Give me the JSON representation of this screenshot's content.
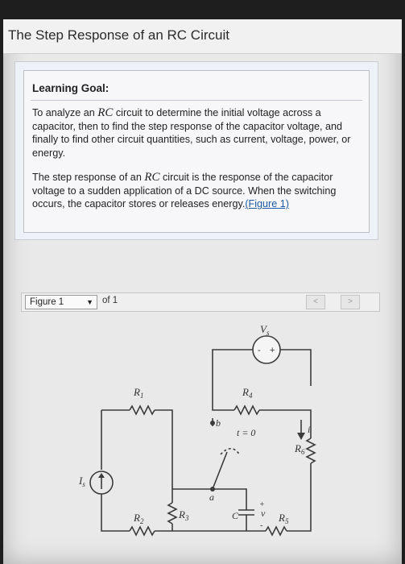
{
  "page": {
    "title": "The Step Response of an RC Circuit"
  },
  "learning_goal": {
    "heading": "Learning Goal:",
    "p1_before": "To analyze an ",
    "p1_var": "RC",
    "p1_after": " circuit to determine the initial voltage across a capacitor, then to find the step response of the capacitor voltage, and finally to find other circuit quantities, such as current, voltage, power, or energy.",
    "p2_before": "The step response of an ",
    "p2_var": "RC",
    "p2_after": " circuit is the response of the capacitor voltage to a sudden application of a DC source. When the switching occurs, the capacitor stores or releases energy.",
    "p2_link": "(Figure 1)"
  },
  "figure_nav": {
    "selected": "Figure 1",
    "of_label": "of 1",
    "prev_glyph": "<",
    "next_glyph": ">"
  },
  "circuit": {
    "labels": {
      "vs": "V",
      "vs_sub": "s",
      "r1": "R",
      "r1_sub": "1",
      "r2": "R",
      "r2_sub": "2",
      "r3": "R",
      "r3_sub": "3",
      "r4": "R",
      "r4_sub": "4",
      "r5": "R",
      "r5_sub": "5",
      "r6": "R",
      "r6_sub": "6",
      "is": "I",
      "is_sub": "s",
      "node_a": "a",
      "node_b": "b",
      "switch": "t = 0",
      "cap": "C",
      "cap_v": "v",
      "cap_plus": "+",
      "cap_minus": "-",
      "current": "i",
      "src_minus": "-",
      "src_plus": "+"
    }
  }
}
